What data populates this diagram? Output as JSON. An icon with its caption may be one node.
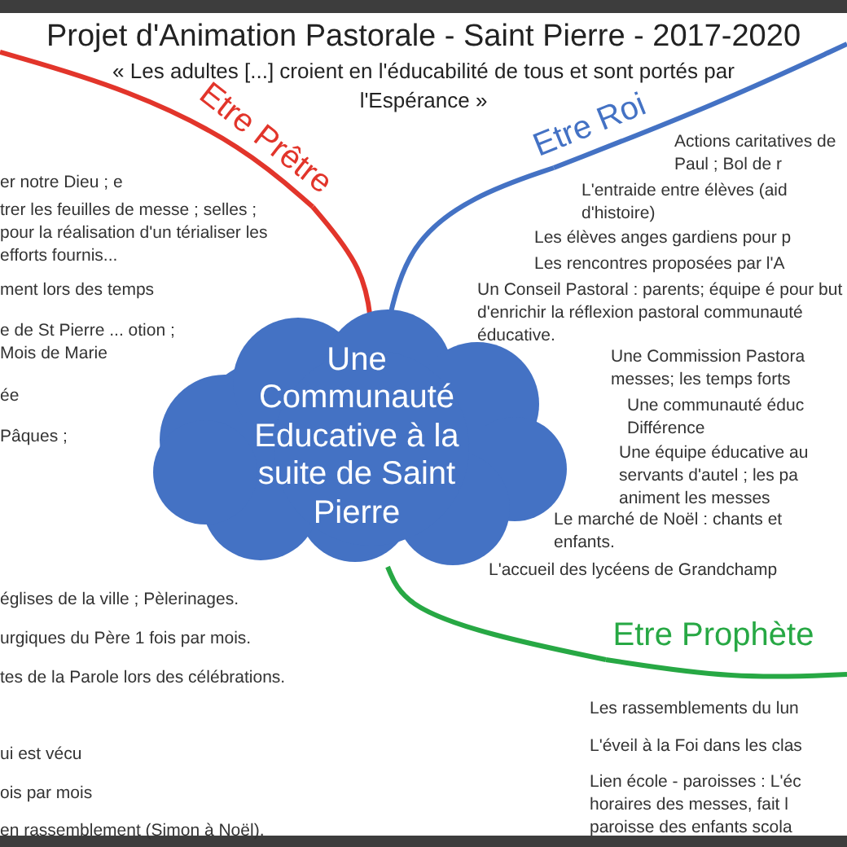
{
  "diagram": {
    "title": "Projet d'Animation Pastorale - Saint Pierre - 2017-2020",
    "nodes": [
      {
        "text": [
          "Une Communauté Educative à la suite de Saint Pierre"
        ]
      },
      {
        "text": [
          "Etre Prêtre"
        ]
      },
      {
        "text": [
          "Etre Roi"
        ]
      },
      {
        "text": [
          "Etre Prophète"
        ]
      }
    ],
    "edges": [
      {
        "from": 0,
        "to": 1,
        "arrow": "none",
        "color": "#e2352b"
      },
      {
        "from": 0,
        "to": 2,
        "arrow": "none",
        "color": "#4472c4"
      },
      {
        "from": 0,
        "to": 3,
        "arrow": "none",
        "color": "#27a844"
      }
    ],
    "labels": [
      "« Les adultes [...] croient en l'éducabilité de tous et sont portés par l'Espérance »",
      "er notre Dieu ; e",
      "trer les feuilles de messe ; selles ; pour la réalisation d'un térialiser les efforts fournis...",
      "ment lors des temps",
      "e de St Pierre ... otion ; Mois de Marie",
      "ée",
      "Pâques ;",
      "églises de la ville ; Pèlerinages.",
      "urgiques du Père 1 fois par mois.",
      "tes de la Parole lors des célébrations.",
      "ui est vécu",
      "ois par mois",
      "en rassemblement (Simon à Noël).",
      "Actions caritatives de Paul ; Bol de r",
      "L'entraide entre élèves (aid d'histoire)",
      "Les élèves anges gardiens pour p",
      "Les rencontres proposées par l'A",
      "Un Conseil Pastoral : parents; équipe é pour but d'enrichir la réflexion pastoral communauté éducative.",
      "Une Commission Pastora messes; les temps forts",
      "Une communauté éduc Différence",
      "Une équipe éducative au servants d'autel ; les pa animent les messes",
      "Le marché de Noël : chants et enfants.",
      "L'accueil des lycéens de Grandchamp",
      "Les rassemblements du lun",
      "L'éveil à la Foi dans les clas",
      "Lien école - paroisses : L'éc horaires des messes, fait l paroisse des enfants scola"
    ]
  }
}
